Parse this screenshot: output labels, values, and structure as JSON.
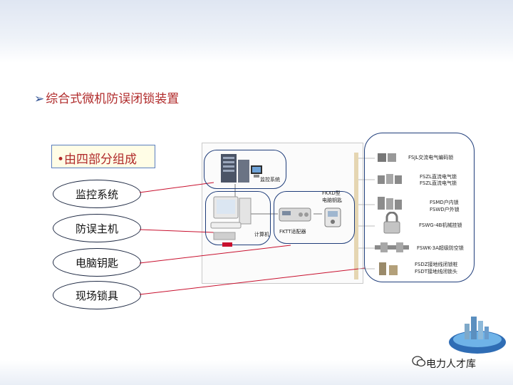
{
  "title": {
    "arrow": "➢",
    "text": "综合式微机防误闭锁装置"
  },
  "heading": "•由四部分组成",
  "parts": [
    "监控系统",
    "防误主机",
    "电脑钥匙",
    "现场锁具"
  ],
  "diagram": {
    "monitor_label": "监控系统",
    "computer_label": "计算机",
    "adapter_label": "FKTT适配器",
    "key_label_1": "FKXD型",
    "key_label_2": "电脑钥匙",
    "locks": [
      [
        "FSJL交流电气编码锁"
      ],
      [
        "FSZL直流电气锁",
        "FSZL直流电气锁"
      ],
      [
        "FSMD户内锁",
        "FSWD户外锁"
      ],
      [
        "FSWG-4B机械挂锁"
      ],
      [
        "FSWK-3A超级防空锁"
      ],
      [
        "FSDZ接地线闭锁桩",
        "FSDT接地线闭锁头"
      ]
    ]
  },
  "brand": {
    "icon": "wechat-icon",
    "text": "电力人才库"
  },
  "colors": {
    "title": "#b02a2a",
    "connector": "#c8102e",
    "outline": "#1f3d7a"
  }
}
